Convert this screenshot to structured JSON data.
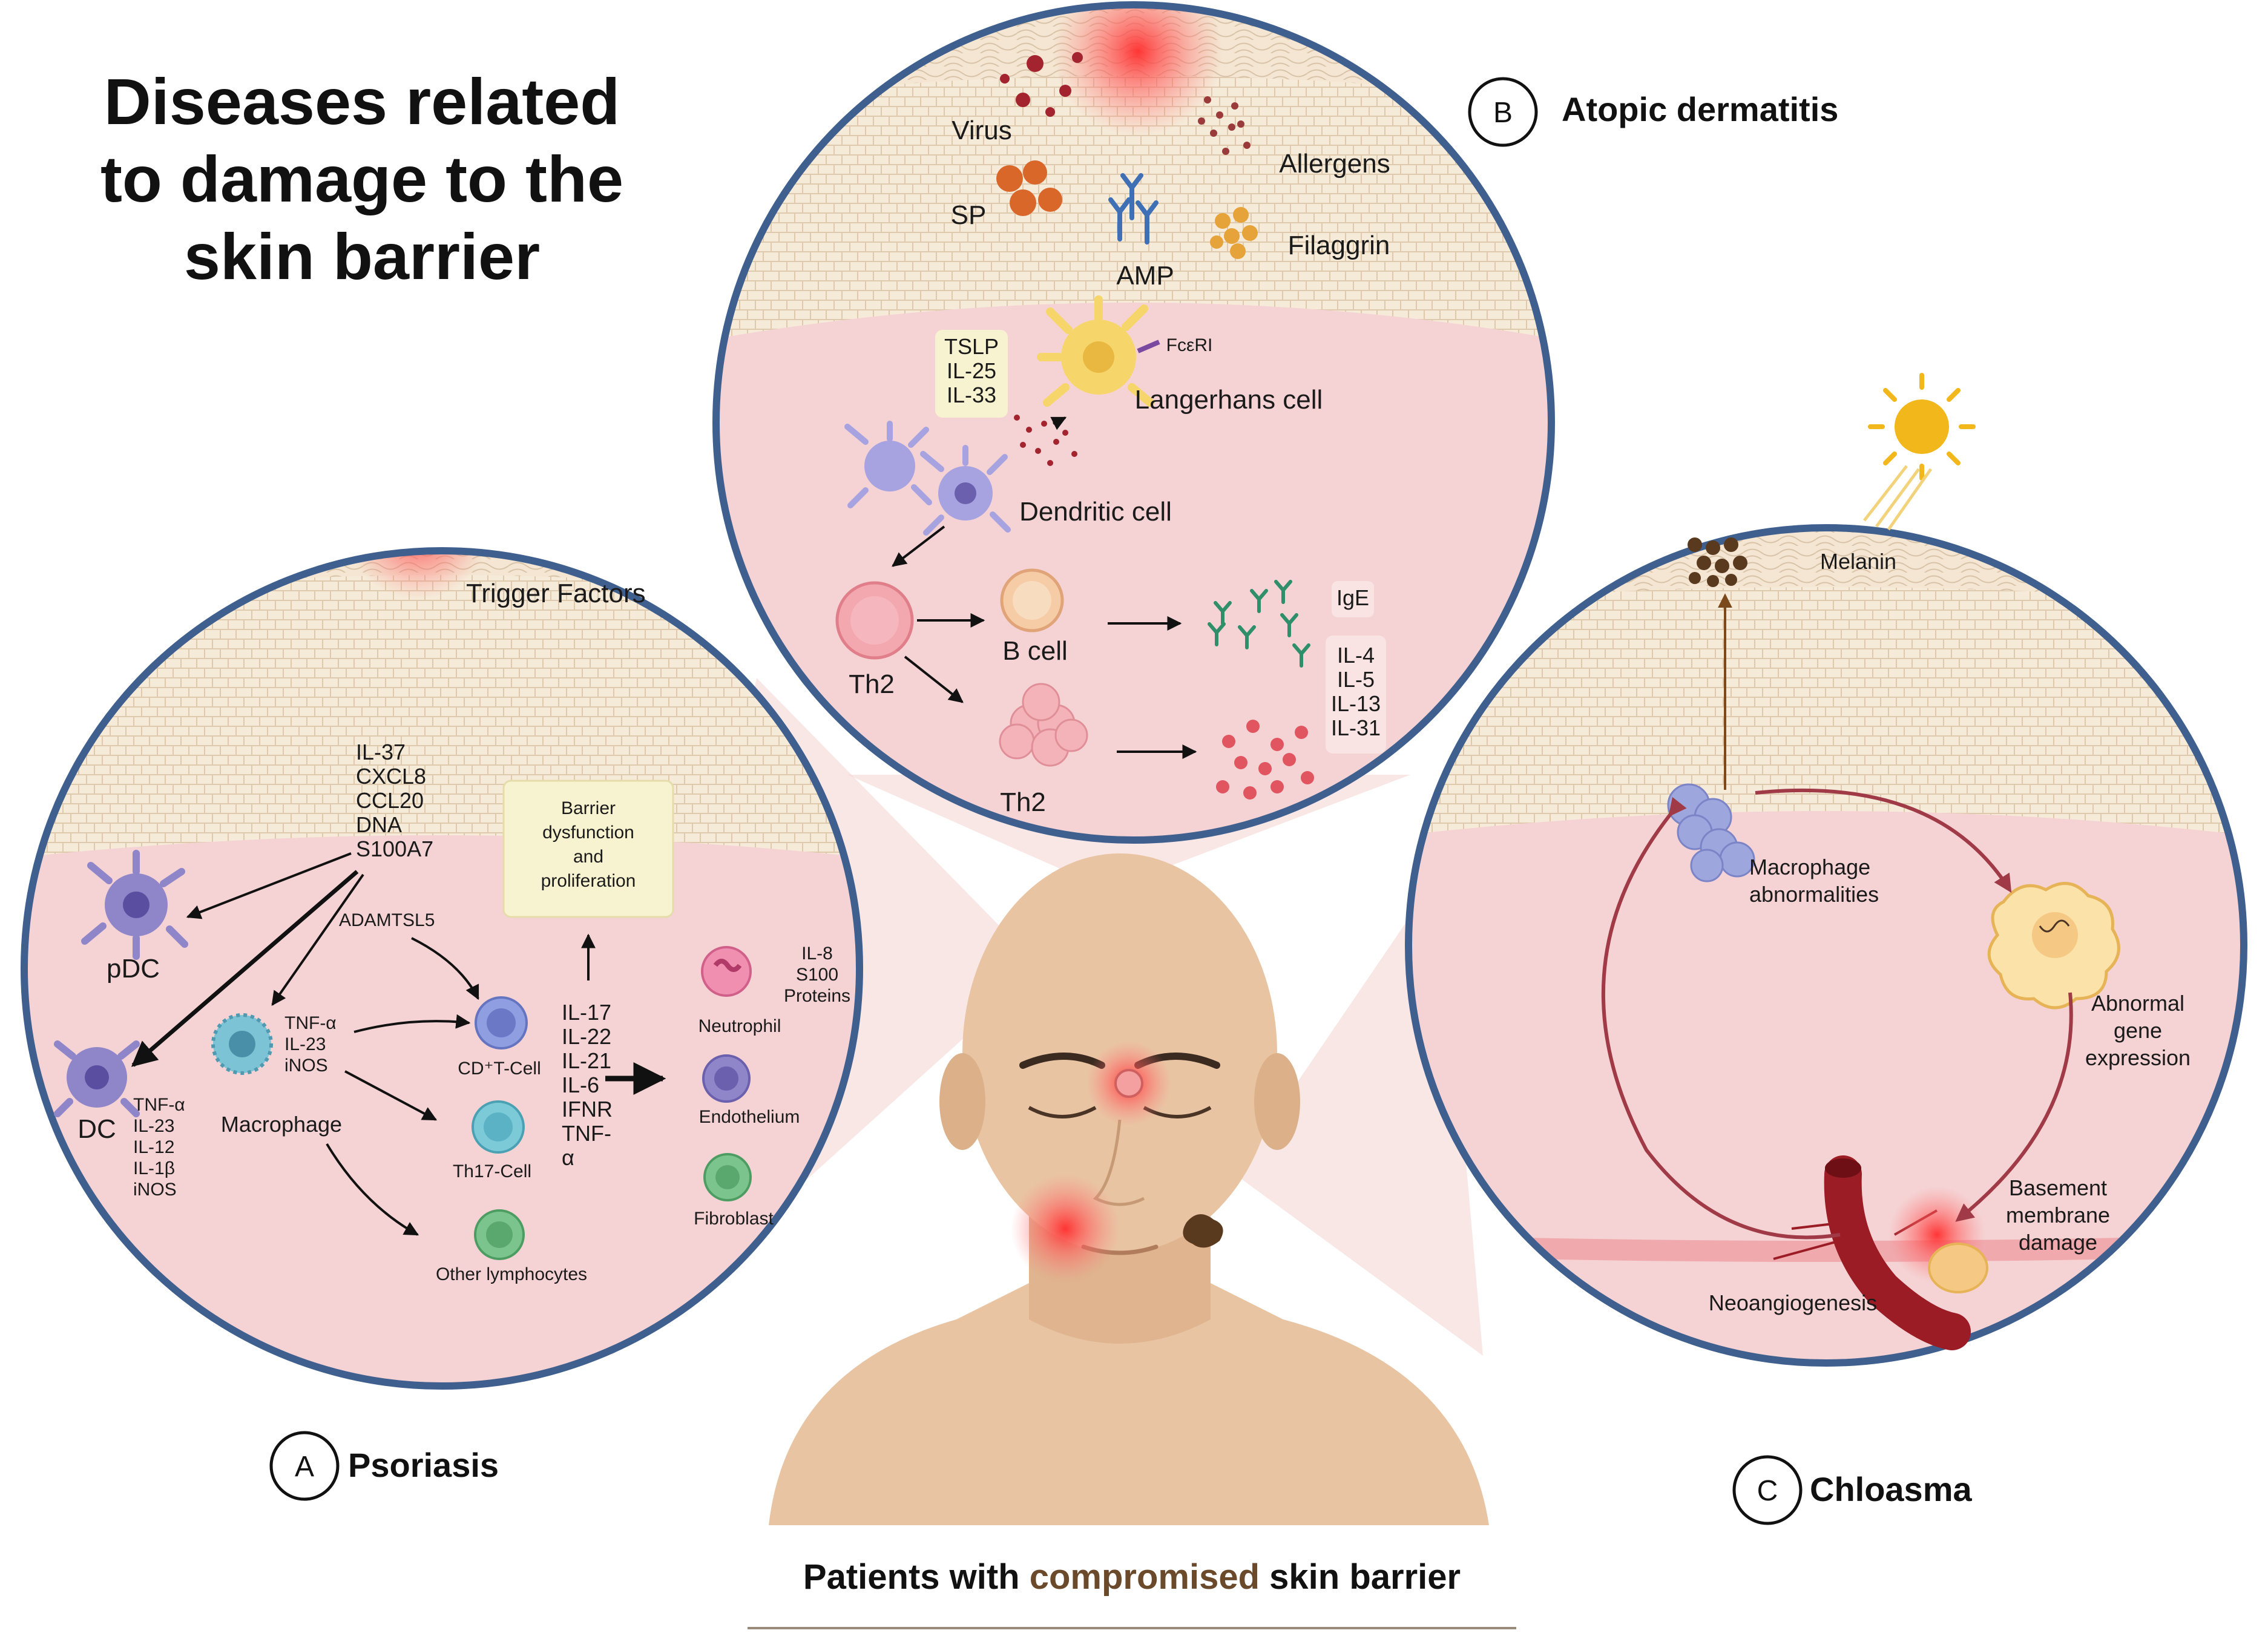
{
  "title": [
    "Diseases related",
    "to damage to the",
    "skin barrier"
  ],
  "bottom_caption": {
    "part1": "Patients with ",
    "part2": "compromised",
    "part3": " skin barrier",
    "highlight_color": "#6b4a2c"
  },
  "colors": {
    "skin_layer": "#f6ead8",
    "dermis": "#f5d3d4",
    "circle_border": "#3f5f8f",
    "inflammation": "#ff3b3b",
    "face_skin": "#e9c4a3",
    "cone": "#f4d4d2",
    "blood_vessel": "#9b1c25",
    "cycle_arrow": "#a03a46",
    "sun": "#f2b71b"
  },
  "panels": {
    "a": {
      "letter": "A",
      "name": "Psoriasis",
      "trigger": "Trigger Factors",
      "mediators": [
        "IL-37",
        "CXCL8",
        "CCL20",
        "DNA",
        "S100A7"
      ],
      "barrier_box": [
        "Barrier",
        "dysfunction",
        "and",
        "proliferation"
      ],
      "adamtsl5": "ADAMTSL5",
      "pdc": "pDC",
      "dc": "DC",
      "dc_cytokines": [
        "TNF-α",
        "IL-23",
        "IL-12",
        "IL-1β",
        "iNOS"
      ],
      "macrophage": "Macrophage",
      "mac_cytokines": [
        "TNF-α",
        "IL-23",
        "iNOS"
      ],
      "cd_tcell": "CD⁺T-Cell",
      "th17": "Th17-Cell",
      "other_lymph": "Other lymphocytes",
      "il_list": [
        "IL-17",
        "IL-22",
        "IL-21",
        "IL-6",
        "IFNR",
        "TNF-",
        "α"
      ],
      "neutrophil": "Neutrophil",
      "neutrophil_products": [
        "IL-8",
        "S100",
        "Proteins"
      ],
      "endothelium": "Endothelium",
      "fibroblast": "Fibroblast"
    },
    "b": {
      "letter": "B",
      "name": "Atopic dermatitis",
      "virus": "Virus",
      "allergens": "Allergens",
      "sp": "SP",
      "amp": "AMP",
      "filaggrin": "Filaggrin",
      "alarmins": [
        "TSLP",
        "IL-25",
        "IL-33"
      ],
      "fceri": "FcεRI",
      "langerhans": "Langerhans cell",
      "dendritic": "Dendritic cell",
      "th2_a": "Th2",
      "bcell": "B cell",
      "ige": "IgE",
      "th2_b": "Th2",
      "th2_cytokines": [
        "IL-4",
        "IL-5",
        "IL-13",
        "IL-31"
      ]
    },
    "c": {
      "letter": "C",
      "name": "Chloasma",
      "melanin": "Melanin",
      "macrophage": [
        "Macrophage",
        "abnormalities"
      ],
      "gene": [
        "Abnormal",
        "gene",
        "expression"
      ],
      "basement": [
        "Basement",
        "membrane",
        "damage"
      ],
      "neo": "Neoangiogenesis"
    }
  }
}
